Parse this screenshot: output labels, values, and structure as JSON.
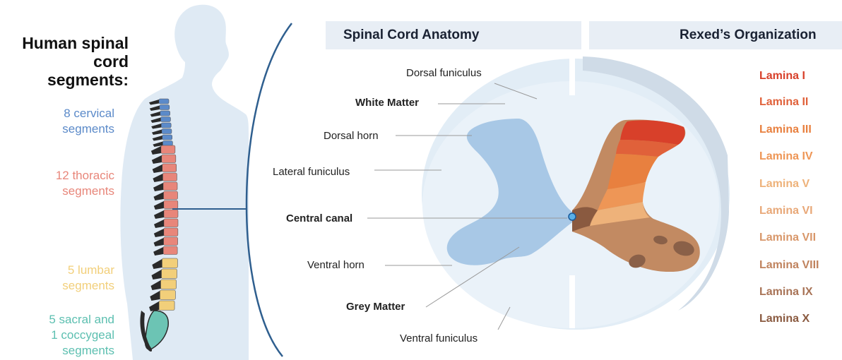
{
  "side_title": {
    "line1": "Human spinal",
    "line2": "cord segments:"
  },
  "segments": [
    {
      "line1": "8 cervical",
      "line2": "segments",
      "color": "#5b8ac9"
    },
    {
      "line1": "12 thoracic",
      "line2": "segments",
      "color": "#e8867a"
    },
    {
      "line1": "5 lumbar",
      "line2": "segments",
      "color": "#f2cf7a"
    },
    {
      "line1": "5 sacral and",
      "line2": "1 coccygeal",
      "line3": "segments",
      "color": "#5cbfb0"
    }
  ],
  "headers": {
    "anatomy": "Spinal Cord Anatomy",
    "rexed": "Rexed’s Organization"
  },
  "labels": {
    "dorsal_funiculus": "Dorsal funiculus",
    "white_matter": "White Matter",
    "dorsal_horn": "Dorsal horn",
    "lateral_funiculus": "Lateral funiculus",
    "central_canal": "Central canal",
    "ventral_horn": "Ventral horn",
    "grey_matter": "Grey Matter",
    "ventral_funiculus": "Ventral funiculus"
  },
  "laminae": [
    {
      "label": "Lamina I",
      "color": "#d8402a"
    },
    {
      "label": "Lamina II",
      "color": "#e0613a"
    },
    {
      "label": "Lamina III",
      "color": "#e8803f"
    },
    {
      "label": "Lamina IV",
      "color": "#ee9656"
    },
    {
      "label": "Lamina V",
      "color": "#eeb27a"
    },
    {
      "label": "Lamina VI",
      "color": "#e8a878"
    },
    {
      "label": "Lamina VII",
      "color": "#d8976a"
    },
    {
      "label": "Lamina VIII",
      "color": "#c0835e"
    },
    {
      "label": "Lamina IX",
      "color": "#a87356"
    },
    {
      "label": "Lamina X",
      "color": "#8a5a40"
    }
  ]
}
